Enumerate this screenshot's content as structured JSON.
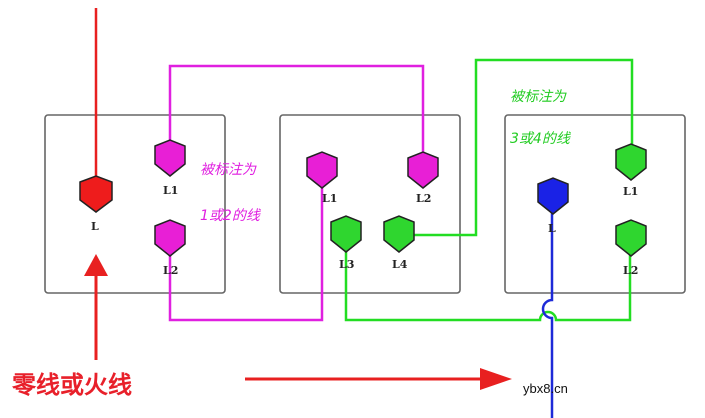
{
  "notes": {
    "pink_1": "被标注为",
    "pink_2": "1或2的线",
    "green_1": "被标注为",
    "green_2": "3或4的线"
  },
  "source_label": "零线或火线",
  "watermark": "ybx8.cn",
  "boxes": [
    {
      "terminals": [
        {
          "label": "L",
          "color": "red"
        },
        {
          "label": "L1",
          "color": "magenta"
        },
        {
          "label": "L2",
          "color": "magenta"
        }
      ]
    },
    {
      "terminals": [
        {
          "label": "L1",
          "color": "magenta"
        },
        {
          "label": "L2",
          "color": "magenta"
        },
        {
          "label": "L3",
          "color": "green"
        },
        {
          "label": "L4",
          "color": "green"
        }
      ]
    },
    {
      "terminals": [
        {
          "label": "L",
          "color": "blue"
        },
        {
          "label": "L1",
          "color": "green"
        },
        {
          "label": "L2",
          "color": "green"
        }
      ]
    }
  ],
  "colors": {
    "red": "#ee1c1c",
    "magenta": "#e81fd6",
    "green": "#2fd62f",
    "blue": "#1a22e6",
    "wire_red": "#e82020",
    "wire_magenta": "#e020e0",
    "wire_green": "#22dd22",
    "wire_blue": "#1e2ad8",
    "box_border": "#666666"
  }
}
